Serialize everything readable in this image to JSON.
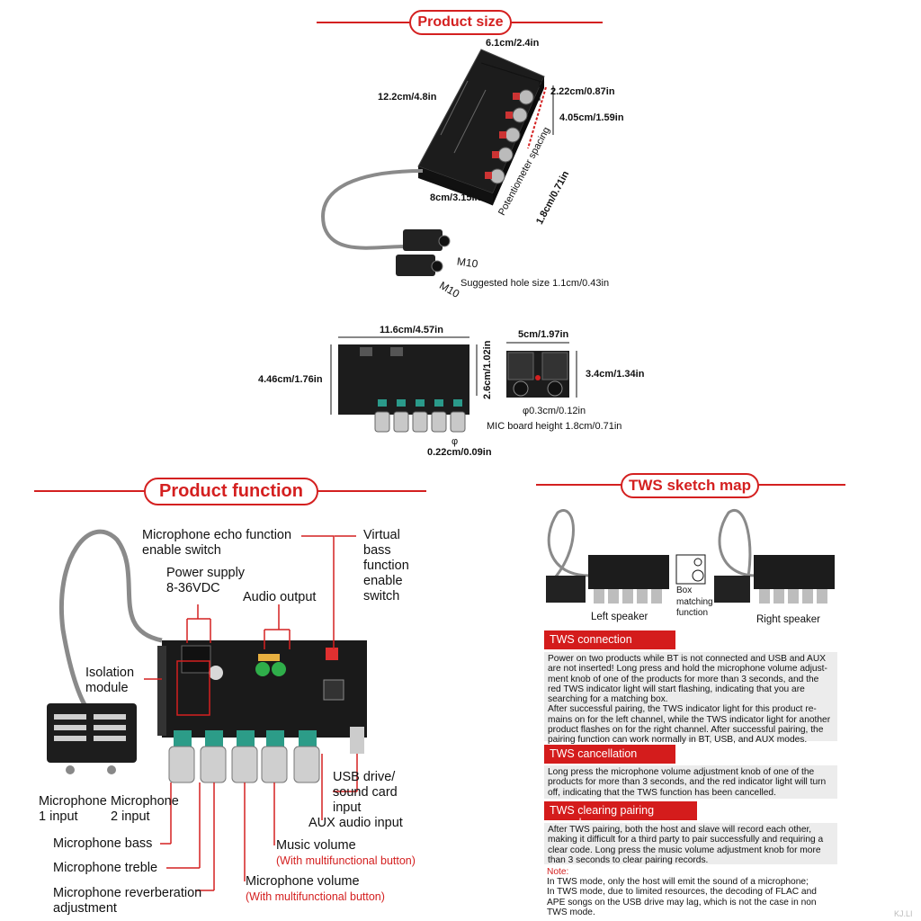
{
  "sections": {
    "size_title": "Product size",
    "function_title": "Product function",
    "tws_title": "TWS sketch map"
  },
  "size": {
    "width": "6.1cm/2.4in",
    "length": "12.2cm/4.8in",
    "depth_a": "2.22cm/0.87in",
    "depth_b": "4.05cm/1.59in",
    "bottom": "8cm/3.15in",
    "pot_spacing": "Potentiometer spacing",
    "pot_value": "1.8cm/0.71in",
    "m10_a": "M10",
    "m10_b": "M10",
    "hole": "Suggested hole size 1.1cm/0.43in",
    "front_width": "11.6cm/4.57in",
    "front_height": "4.46cm/1.76in",
    "front_depth": "2.6cm/1.02in",
    "phi_symbol": "φ",
    "phi_small": "0.22cm/0.09in",
    "mic_width": "5cm/1.97in",
    "mic_height": "3.4cm/1.34in",
    "mic_hole": "φ0.3cm/0.12in",
    "mic_board_height": "MIC board height 1.8cm/0.71in"
  },
  "function": {
    "echo_switch": "Microphone echo function\nenable switch",
    "power": "Power supply\n8-36VDC",
    "audio_output": "Audio output",
    "virtual_bass": "Virtual\nbass\nfunction\nenable\nswitch",
    "isolation": "Isolation\nmodule",
    "usb": "USB drive/\nsound card\ninput",
    "aux": "AUX audio input",
    "mic1": "Microphone\n1 input",
    "mic2": "Microphone\n2 input",
    "bass": "Microphone bass",
    "treble": "Microphone treble",
    "music_volume": "Music volume",
    "music_volume_sub": "(With multifunctional button)",
    "mic_volume": "Microphone volume",
    "mic_volume_sub": "(With multifunctional button)",
    "reverb": "Microphone reverberation\nadjustment"
  },
  "tws": {
    "left_speaker": "Left speaker",
    "right_speaker": "Right speaker",
    "box_matching": "Box\nmatching\nfunction",
    "connection_title": "TWS connection",
    "connection_text": "Power on two products while BT is not connected and USB and AUX are not inserted! Long press and hold the microphone volume adjust-ment knob of one of the products for more than 3 seconds, and the red TWS indicator light will start flashing, indicating that you are searching for a matching box.\nAfter successful pairing, the TWS indicator light for this product re-mains on for the left channel, while the TWS indicator light for another product flashes on for the right channel. After successful pairing, the pairing function can work normally in BT, USB, and AUX modes.",
    "cancel_title": "TWS cancellation",
    "cancel_text": "Long press the microphone volume adjustment knob of one of the products for more than 3 seconds, and the red indicator light will turn off, indicating that the TWS function has been cancelled.",
    "clear_title": "TWS clearing pairing records",
    "clear_text": "After TWS pairing, both the host and slave will record each other, making it difficult for a third party to pair successfully and requiring a clear code. Long press the music volume adjustment knob for more than 3 seconds to clear pairing records.",
    "note_title": "Note:",
    "note_text": "In TWS mode, only the host will emit the sound of a microphone;\nIn TWS mode, due to limited resources, the decoding of FLAC and APE songs on the USB drive may lag, which is not the case in non TWS mode."
  },
  "watermark": "KJ.LI",
  "colors": {
    "accent": "#d42020",
    "board": "#1b1b1b",
    "panel": "#ececec"
  }
}
